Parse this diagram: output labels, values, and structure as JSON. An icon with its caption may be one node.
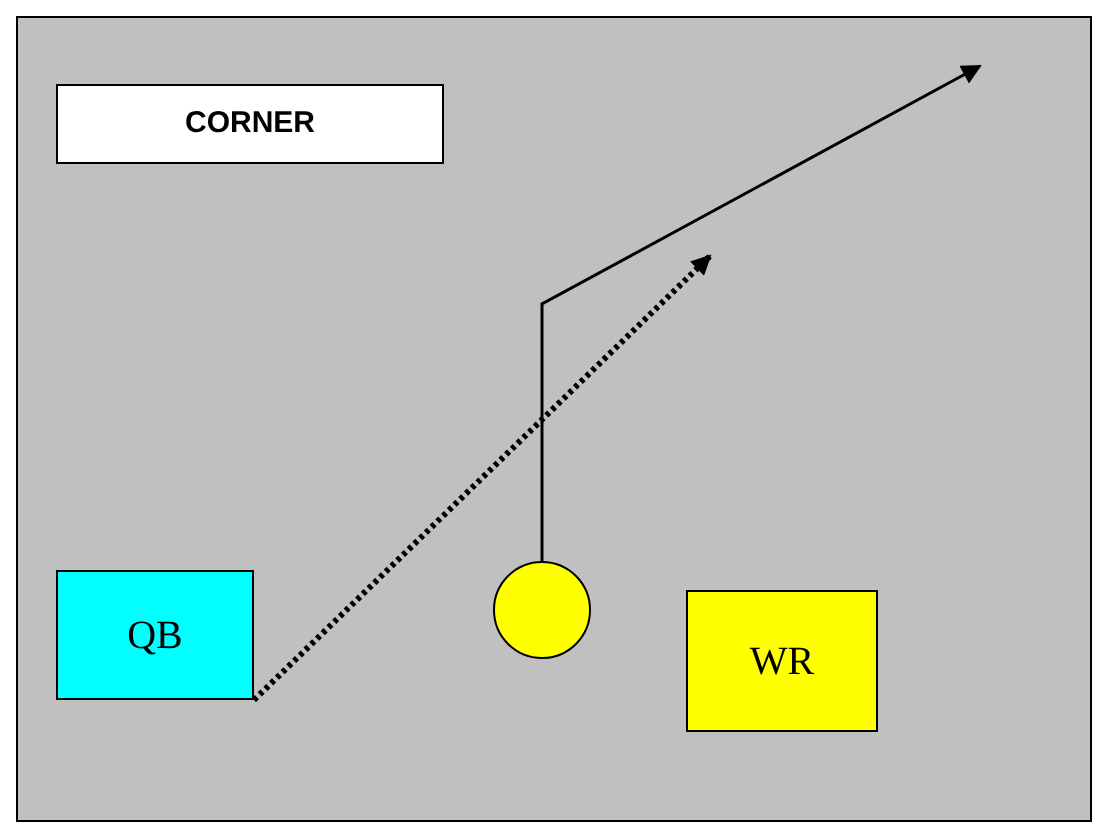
{
  "diagram": {
    "nodes": [
      {
        "text": [
          "CORNER"
        ]
      },
      {
        "text": [
          "QB"
        ]
      },
      {
        "text": [],
        "shape": "circle"
      },
      {
        "text": [
          "WR"
        ]
      }
    ],
    "edges": [
      {
        "from": 2,
        "to": null,
        "arrow": "to"
      },
      {
        "from": 1,
        "to": null,
        "arrow": "to",
        "style": "dashed"
      }
    ]
  }
}
